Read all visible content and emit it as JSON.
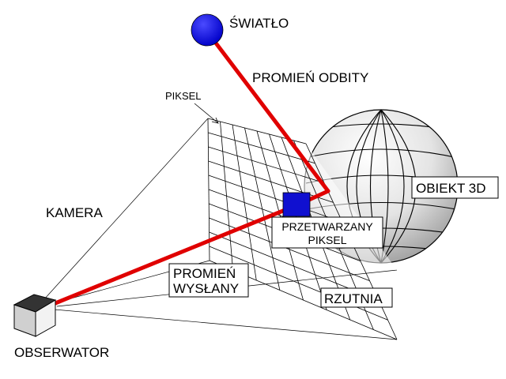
{
  "labels": {
    "light": "ŚWIATŁO",
    "reflected_ray": "PROMIEŃ ODBITY",
    "pixel": "PIKSEL",
    "camera": "KAMERA",
    "object": "OBIEKT 3D",
    "processed_pixel_line1": "PRZETWARZANY",
    "processed_pixel_line2": "PIKSEL",
    "sent_ray_line1": "PROMIEŃ",
    "sent_ray_line2": "WYSŁANY",
    "viewport": "RZUTNIA",
    "observer": "OBSERWATOR"
  },
  "colors": {
    "ray": "#e00000",
    "light_source": "#1010e0",
    "processed_pixel": "#1010d0",
    "grid": "#000000"
  }
}
